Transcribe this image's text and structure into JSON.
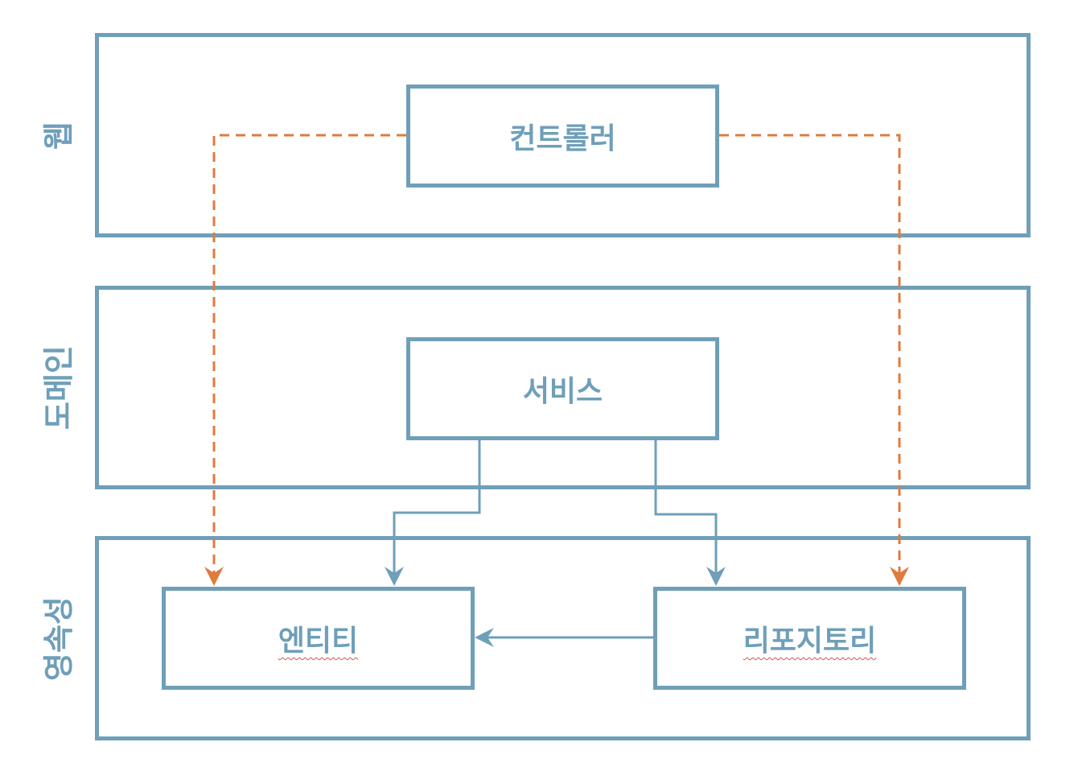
{
  "layers": {
    "web": "웹",
    "domain": "도메인",
    "persistence": "영속성"
  },
  "nodes": {
    "controller": "컨트롤러",
    "service": "서비스",
    "entity": "엔티티",
    "repository": "리포지토리"
  },
  "colors": {
    "primary": "#6f9fb9",
    "dependency_dashed": "#e07b3c",
    "spellcheck_underline": "#d9534f"
  },
  "edges": [
    {
      "from": "controller",
      "to": "entity",
      "style": "dashed"
    },
    {
      "from": "controller",
      "to": "repository",
      "style": "dashed"
    },
    {
      "from": "service",
      "to": "entity",
      "style": "solid"
    },
    {
      "from": "service",
      "to": "repository",
      "style": "solid"
    },
    {
      "from": "repository",
      "to": "entity",
      "style": "solid"
    }
  ]
}
